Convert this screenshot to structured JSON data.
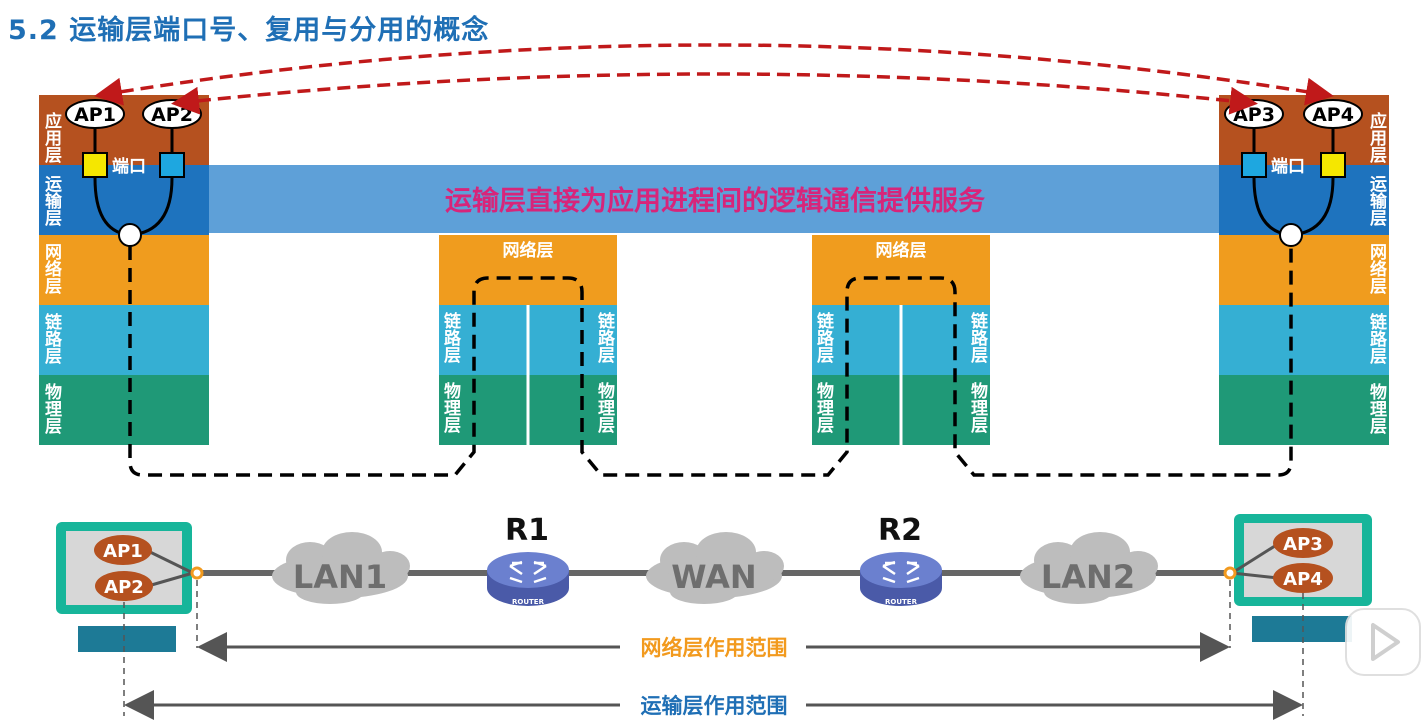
{
  "title": "5.2 运输层端口号、复用与分用的概念",
  "colors": {
    "app": "#b5511f",
    "transport": "#1e73be",
    "transport_band": "#5ea0d8",
    "network": "#f09c1e",
    "link": "#35afd3",
    "physical": "#1f9977",
    "arrow_red": "#c0191a",
    "band_text": "#d7257a",
    "network_range": "#f29a1e",
    "transport_range": "#1f6fb5",
    "pc_frame": "#17b59a",
    "pc_base": "#1d7a96"
  },
  "host_left": {
    "layers": [
      "应用层",
      "运输层",
      "网络层",
      "链路层",
      "物理层"
    ],
    "aps": [
      "AP1",
      "AP2"
    ],
    "port_label": "端口"
  },
  "host_right": {
    "layers": [
      "应用层",
      "运输层",
      "网络层",
      "链路层",
      "物理层"
    ],
    "aps": [
      "AP3",
      "AP4"
    ],
    "port_label": "端口"
  },
  "router1": {
    "network": "网络层",
    "link": "链路层",
    "physical": "物理层"
  },
  "router2": {
    "network": "网络层",
    "link": "链路层",
    "physical": "物理层"
  },
  "band_text": "运输层直接为应用进程间的逻辑通信提供服务",
  "topology": {
    "pc_left_aps": [
      "AP1",
      "AP2"
    ],
    "pc_right_aps": [
      "AP3",
      "AP4"
    ],
    "clouds": [
      "LAN1",
      "WAN",
      "LAN2"
    ],
    "routers": [
      "R1",
      "R2"
    ],
    "router_badge": "ROUTER"
  },
  "ranges": {
    "network": "网络层作用范围",
    "transport": "运输层作用范围"
  }
}
